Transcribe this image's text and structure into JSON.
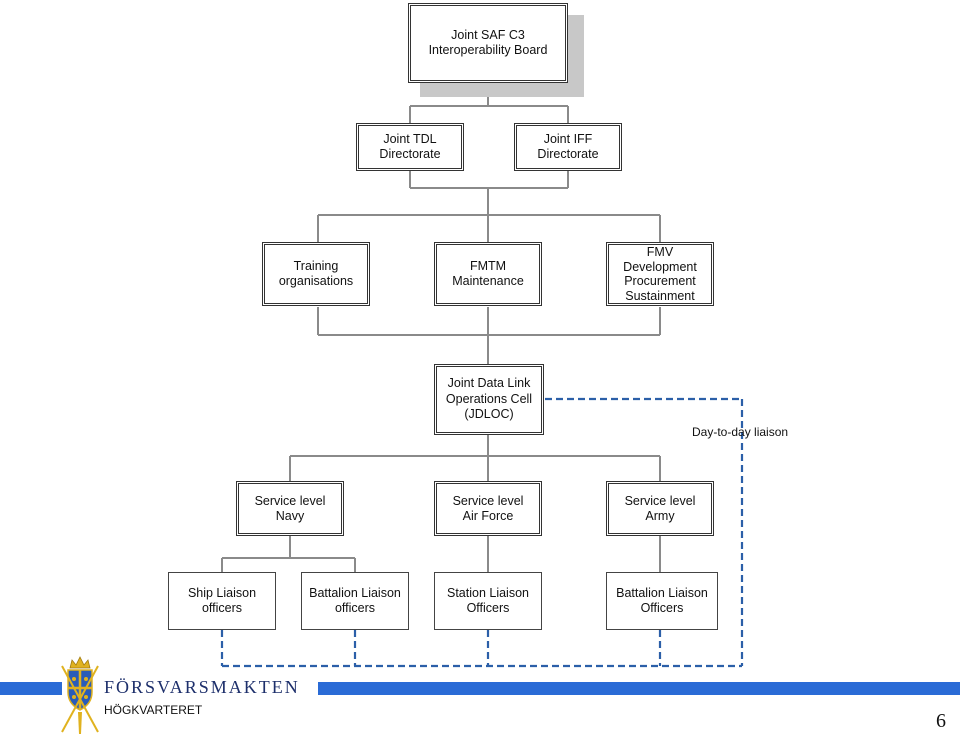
{
  "colors": {
    "line": "#8a8a8a",
    "liaison_dash": "#2b5fa8",
    "footer_blue": "#2a6bd6",
    "brand_text": "#1d2f6b",
    "box_shadow": "#c8c8c8"
  },
  "board": {
    "line1": "Joint SAF C3",
    "line2": "Interoperability Board"
  },
  "directorates": [
    {
      "line1": "Joint TDL",
      "line2": "Directorate"
    },
    {
      "line1": "Joint IFF",
      "line2": "Directorate"
    }
  ],
  "support": [
    {
      "line1": "Training",
      "line2": "organisations"
    },
    {
      "line1": "FMTM",
      "line2": "Maintenance"
    },
    {
      "line1": "FMV",
      "line2": "Development",
      "line3": "Procurement",
      "line4": "Sustainment"
    }
  ],
  "jdloc": {
    "line1": "Joint Data Link",
    "line2": "Operations Cell",
    "line3": "(JDLOC)"
  },
  "liaison_label": "Day-to-day liaison",
  "service_levels": [
    {
      "line1": "Service level",
      "line2": "Navy"
    },
    {
      "line1": "Service level",
      "line2": "Air Force"
    },
    {
      "line1": "Service level",
      "line2": "Army"
    }
  ],
  "liaison_officers": [
    {
      "line1": "Ship Liaison",
      "line2": "officers"
    },
    {
      "line1": "Battalion Liaison",
      "line2": "officers"
    },
    {
      "line1": "Station Liaison",
      "line2": "Officers"
    },
    {
      "line1": "Battalion Liaison",
      "line2": "Officers"
    }
  ],
  "footer": {
    "brand": "FÖRSVARSMAKTEN",
    "sub": "HÖGKVARTERET",
    "page_number": "6",
    "crest_icon": "swedish-crest-icon"
  }
}
